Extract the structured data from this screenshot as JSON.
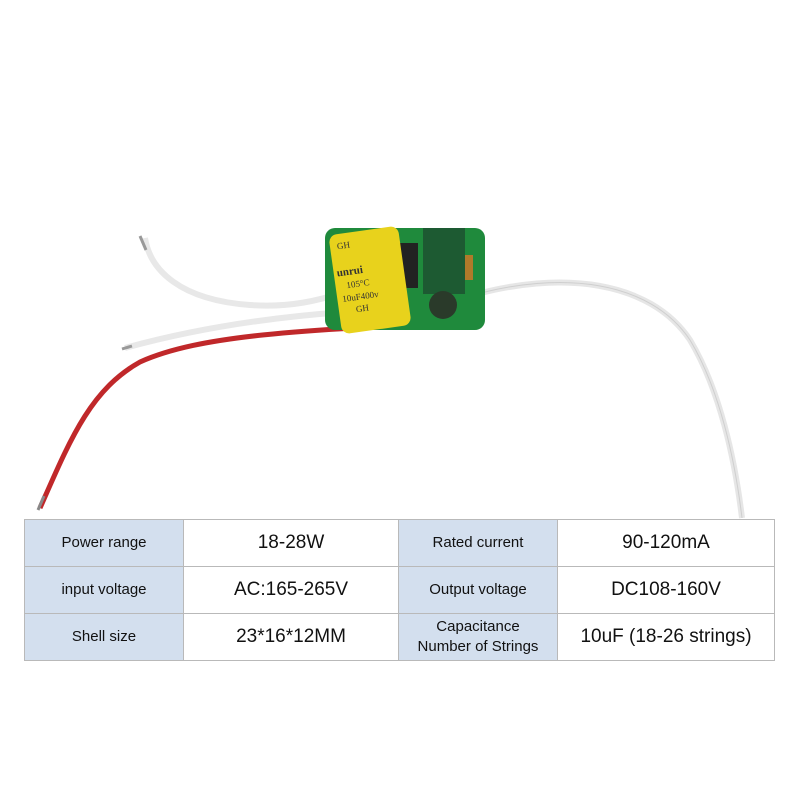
{
  "product": {
    "capacitor_markings": [
      "GH",
      "unrui",
      "105°C",
      "10uF400v",
      "GH"
    ]
  },
  "colors": {
    "label_bg": "#d3dfee",
    "pcb_green": "#1f8a3c",
    "capacitor_yellow": "#e8d21c",
    "red_wire": "#c0282a"
  },
  "specs": [
    {
      "label1": "Power range",
      "value1": "18-28W",
      "label2": "Rated current",
      "value2": "90-120mA"
    },
    {
      "label1": "input voltage",
      "value1": "AC:165-265V",
      "label2": "Output voltage",
      "value2": "DC108-160V"
    },
    {
      "label1": "Shell size",
      "value1": "23*16*12MM",
      "label2a": "Capacitance",
      "label2b": "Number of Strings",
      "value2": "10uF (18-26 strings)"
    }
  ]
}
